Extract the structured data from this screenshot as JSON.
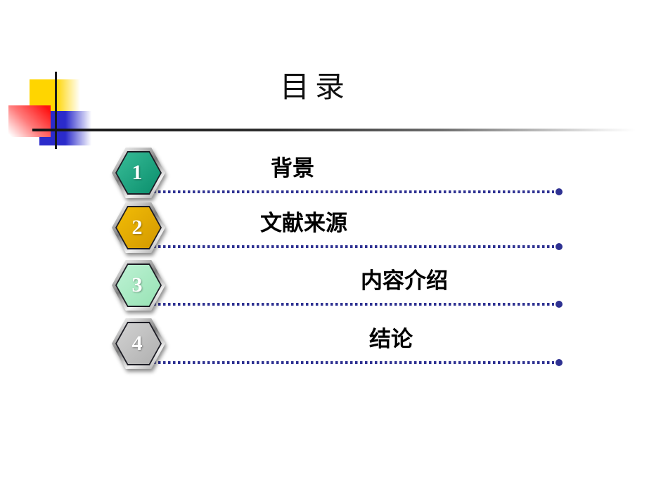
{
  "slide": {
    "title": "目录",
    "background": "#ffffff",
    "line_color": "#1a1a1a"
  },
  "toc": {
    "dot_color": "#2E3192",
    "items": [
      {
        "number": "1",
        "label": "背景",
        "fill_top": "#38BC97",
        "fill_bottom": "#0A8E6C"
      },
      {
        "number": "2",
        "label": "文献来源",
        "fill_top": "#F2BC06",
        "fill_bottom": "#D29800"
      },
      {
        "number": "3",
        "label": "内容介绍",
        "fill_top": "#BDF2D4",
        "fill_bottom": "#97E2B4"
      },
      {
        "number": "4",
        "label": "结论",
        "fill_top": "#D2D2D2",
        "fill_bottom": "#AFAFAF"
      }
    ]
  },
  "decoration": {
    "colors": {
      "yellow": "#FFD500",
      "red": "#FF1111",
      "blue": "#2B2BCB",
      "line": "#1a1a1a",
      "dot": "#2E3192"
    }
  }
}
